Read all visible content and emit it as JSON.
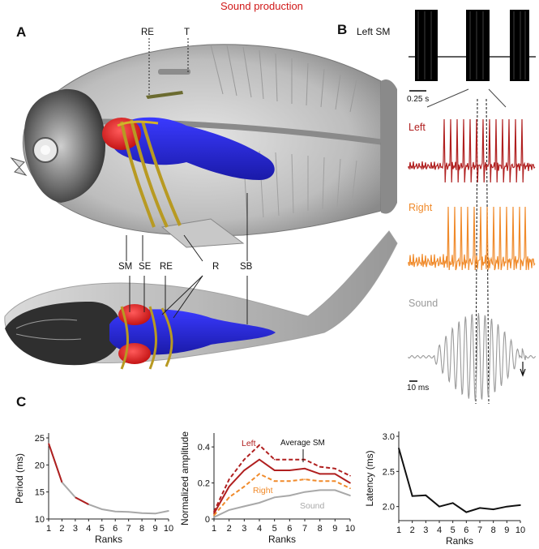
{
  "figure_title": "Sound production",
  "panel_a": {
    "letter": "A",
    "top_labels": [
      "RE",
      "T"
    ],
    "mid_labels": [
      "SM",
      "SE",
      "RE",
      "R",
      "SB"
    ]
  },
  "panel_b": {
    "letter": "B",
    "trace_title": "Left SM",
    "scale_top": "0.25 s",
    "traces": [
      {
        "name": "Left",
        "color": "#b01f1f"
      },
      {
        "name": "Right",
        "color": "#f08a2a"
      },
      {
        "name": "Sound",
        "color": "#9a9a9a"
      }
    ],
    "scale_bottom": "10 ms",
    "colors": {
      "left_sm": "#000000"
    }
  },
  "panel_c": {
    "letter": "C"
  },
  "chart_data": [
    {
      "type": "line",
      "xlabel": "Ranks",
      "ylabel": "Period (ms)",
      "x": [
        1,
        2,
        3,
        4,
        5,
        6,
        7,
        8,
        9,
        10
      ],
      "xlim": [
        1,
        10
      ],
      "ylim": [
        10,
        25
      ],
      "yticks": [
        10,
        15,
        20,
        25
      ],
      "series": [
        {
          "values": [
            24.0,
            16.8,
            14.0,
            12.7,
            11.8,
            11.4,
            11.3,
            11.1,
            11.0,
            11.5
          ],
          "color": "#a8a8a8"
        }
      ],
      "highlights": [
        {
          "from": 1,
          "to": 2,
          "color": "#b01f1f"
        },
        {
          "from": 3,
          "to": 4,
          "color": "#b01f1f"
        }
      ]
    },
    {
      "type": "line",
      "xlabel": "Ranks",
      "ylabel": "Normalized amplitude",
      "x": [
        1,
        2,
        3,
        4,
        5,
        6,
        7,
        8,
        9,
        10
      ],
      "xlim": [
        1,
        10
      ],
      "ylim": [
        0,
        0.45
      ],
      "yticks": [
        0,
        0.2,
        0.4
      ],
      "ytick_labels": [
        "0",
        "0.2",
        "0.4"
      ],
      "series": [
        {
          "name": "Left",
          "values": [
            0.04,
            0.22,
            0.33,
            0.41,
            0.33,
            0.33,
            0.33,
            0.29,
            0.28,
            0.24
          ],
          "color": "#b01f1f",
          "dash": true
        },
        {
          "name": "Average SM",
          "values": [
            0.03,
            0.18,
            0.27,
            0.33,
            0.27,
            0.27,
            0.28,
            0.25,
            0.25,
            0.2
          ],
          "color": "#b01f1f",
          "dash": false
        },
        {
          "name": "Right",
          "values": [
            0.02,
            0.12,
            0.18,
            0.25,
            0.21,
            0.21,
            0.22,
            0.21,
            0.21,
            0.17
          ],
          "color": "#f08a2a",
          "dash": true
        },
        {
          "name": "Sound",
          "values": [
            0.01,
            0.05,
            0.07,
            0.09,
            0.12,
            0.13,
            0.15,
            0.16,
            0.16,
            0.13
          ],
          "color": "#a8a8a8",
          "dash": false
        }
      ]
    },
    {
      "type": "line",
      "xlabel": "Ranks",
      "ylabel": "Latency (ms)",
      "x": [
        1,
        2,
        3,
        4,
        5,
        6,
        7,
        8,
        9,
        10
      ],
      "xlim": [
        1,
        10
      ],
      "ylim": [
        1.8,
        3.0
      ],
      "yticks": [
        2.0,
        2.5,
        3.0
      ],
      "ytick_labels": [
        "2.0",
        "2.5",
        "3.0"
      ],
      "series": [
        {
          "values": [
            2.83,
            2.15,
            2.16,
            2.0,
            2.05,
            1.92,
            1.98,
            1.96,
            2.0,
            2.02
          ],
          "color": "#111111"
        }
      ]
    }
  ]
}
